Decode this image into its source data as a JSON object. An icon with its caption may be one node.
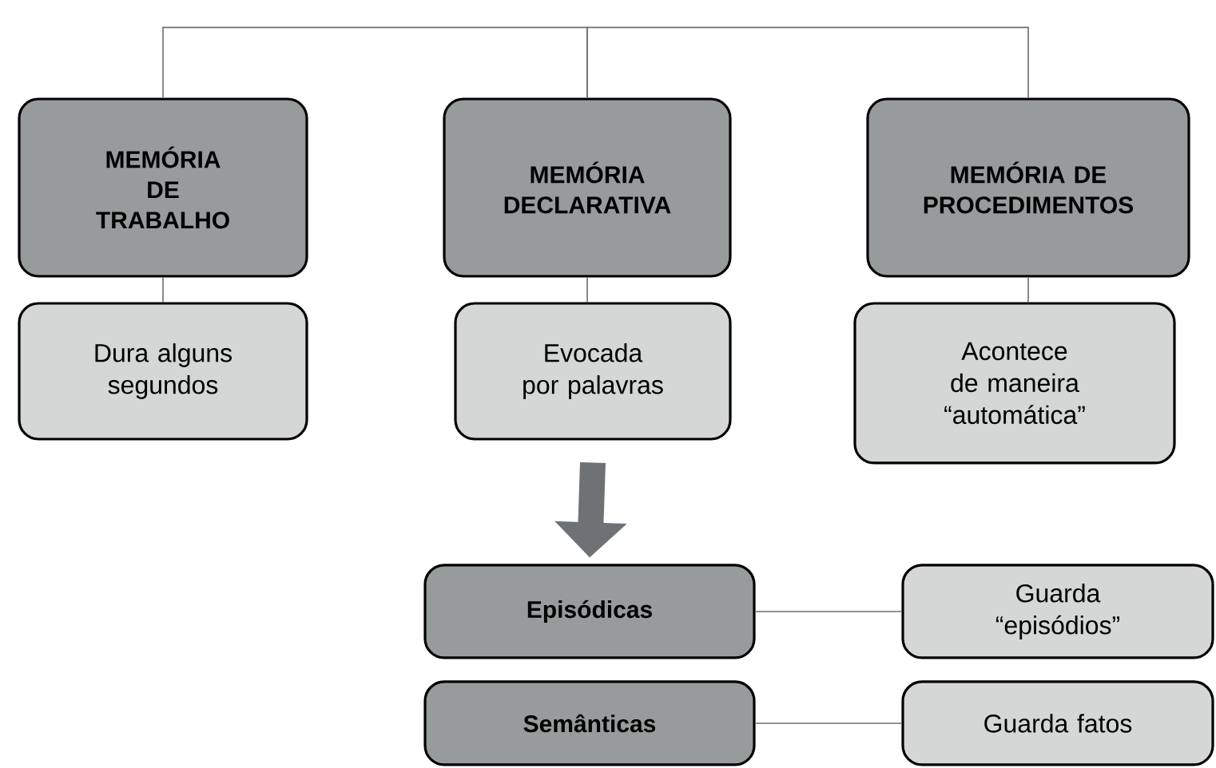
{
  "diagram": {
    "nodes": [
      {
        "text": [
          "MEMÓRIA DE TRABALHO"
        ]
      },
      {
        "text": [
          "MEMÓRIA DECLARATIVA"
        ]
      },
      {
        "text": [
          "MEMÓRIA DE PROCEDIMENTOS"
        ]
      },
      {
        "text": [
          "Dura alguns segundos"
        ]
      },
      {
        "text": [
          "Evocada por palavras"
        ]
      },
      {
        "text": [
          "Acontece de maneira “automática”"
        ]
      },
      {
        "text": [
          "Episódicas"
        ]
      },
      {
        "text": [
          "Semânticas"
        ]
      },
      {
        "text": [
          "Guarda “episódios”"
        ]
      },
      {
        "text": [
          "Guarda fatos"
        ]
      }
    ],
    "edges": [
      {
        "from": 0,
        "to": 1,
        "arrow": "none"
      },
      {
        "from": 1,
        "to": 2,
        "arrow": "none"
      },
      {
        "from": 0,
        "to": 3,
        "arrow": "none"
      },
      {
        "from": 1,
        "to": 4,
        "arrow": "none"
      },
      {
        "from": 2,
        "to": 5,
        "arrow": "none"
      },
      {
        "from": 4,
        "to": 6,
        "arrow": "to",
        "style": "thick"
      },
      {
        "from": 6,
        "to": 8,
        "arrow": "none"
      },
      {
        "from": 7,
        "to": 9,
        "arrow": "none"
      }
    ]
  }
}
